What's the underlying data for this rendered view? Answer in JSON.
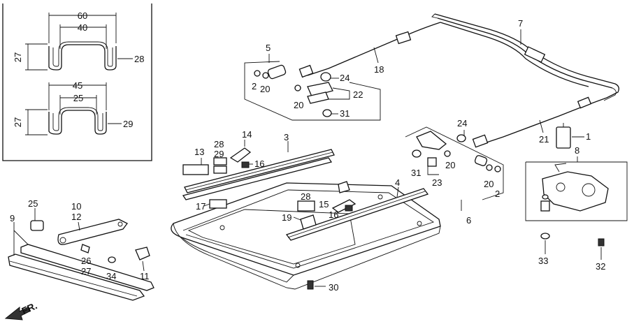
{
  "inset": {
    "profile_a": {
      "outer_width": "60",
      "inner_width": "40",
      "height": "27",
      "part": "28"
    },
    "profile_b": {
      "outer_width": "45",
      "inner_width": "25",
      "height": "27",
      "part": "29"
    }
  },
  "callouts": {
    "p1": "1",
    "p2a": "2",
    "p2b": "2",
    "p3": "3",
    "p4": "4",
    "p5": "5",
    "p6": "6",
    "p7": "7",
    "p8": "8",
    "p9": "9",
    "p10": "10",
    "p11": "11",
    "p12": "12",
    "p13": "13",
    "p14": "14",
    "p15": "15",
    "p16a": "16",
    "p16b": "16",
    "p17": "17",
    "p18": "18",
    "p19": "19",
    "p20a": "20",
    "p20b": "20",
    "p20c": "20",
    "p20d": "20",
    "p21": "21",
    "p22": "22",
    "p23": "23",
    "p24a": "24",
    "p24b": "24",
    "p25": "25",
    "p26": "26",
    "p27": "27",
    "p28": "28",
    "p28b": "28",
    "p29": "29",
    "p30": "30",
    "p31a": "31",
    "p31b": "31",
    "p32": "32",
    "p33": "33",
    "p34": "34"
  },
  "direction_label": "FR."
}
